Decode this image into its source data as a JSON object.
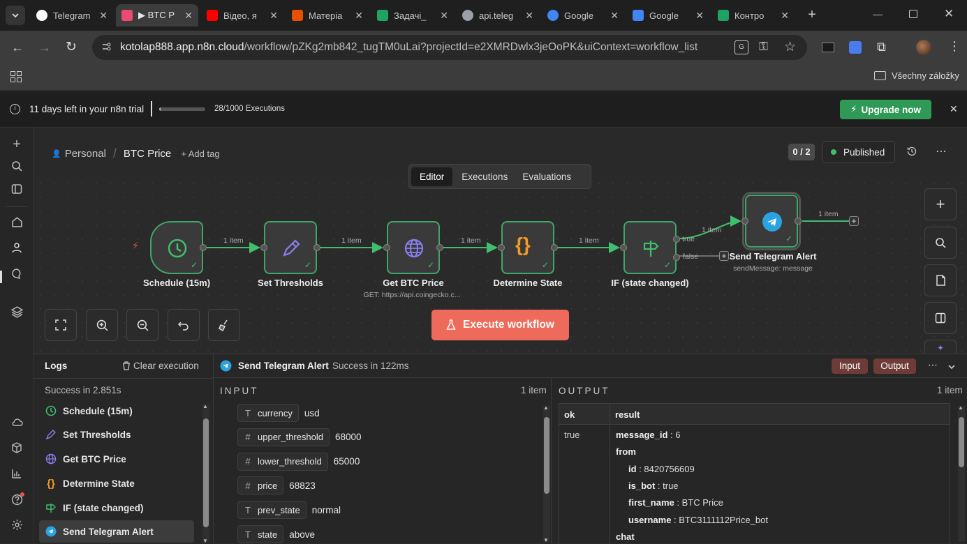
{
  "tabs": [
    {
      "title": "Telegram",
      "fav": "telegram-icon",
      "color": "#ffffff",
      "active": false
    },
    {
      "title": "▶ BTC P",
      "fav": "n8n-icon",
      "color": "#ea4b71",
      "active": true
    },
    {
      "title": "Відео, я",
      "fav": "youtube-icon",
      "color": "#ff0000",
      "active": false
    },
    {
      "title": "Матеріа",
      "fav": "dashboard-icon",
      "color": "#e65100",
      "active": false
    },
    {
      "title": "Задачі_",
      "fav": "google-drive-icon",
      "color": "#1ea362",
      "active": false
    },
    {
      "title": "api.teleg",
      "fav": "globe-icon",
      "color": "#9aa0a6",
      "active": false
    },
    {
      "title": "Google",
      "fav": "google-icon",
      "color": "#4285f4",
      "active": false
    },
    {
      "title": "Google",
      "fav": "google-docs-icon",
      "color": "#4285f4",
      "active": false
    },
    {
      "title": "Контро",
      "fav": "google-drive-icon",
      "color": "#1ea362",
      "active": false
    }
  ],
  "browser": {
    "url_host": "kotolap888.app.n8n.cloud",
    "url_path": "/workflow/pZKg2mb842_tugTM0uLai?projectId=e2XMRDwlx3jeOoPK&uiContext=workflow_list",
    "bookmarks_label": "Všechny záložky"
  },
  "trial": {
    "text": "11 days left in your n8n trial",
    "executions": "28/1000 Executions",
    "progress": 0.028,
    "upgrade": "Upgrade now"
  },
  "header": {
    "project": "Personal",
    "workflow": "BTC Price",
    "add_tag": "+ Add tag",
    "counter": "0 / 2",
    "status": "Published"
  },
  "tabs_view": {
    "editor": "Editor",
    "executions": "Executions",
    "evaluations": "Evaluations"
  },
  "nodes": [
    {
      "label": "Schedule (15m)",
      "sub": "",
      "icon": "clock-icon"
    },
    {
      "label": "Set Thresholds",
      "sub": "",
      "icon": "pencil-icon"
    },
    {
      "label": "Get BTC Price",
      "sub": "GET: https://api.coingecko.c...",
      "icon": "globe-icon"
    },
    {
      "label": "Determine State",
      "sub": "",
      "icon": "braces-icon"
    },
    {
      "label": "IF (state changed)",
      "sub": "",
      "icon": "signpost-icon"
    },
    {
      "label": "Send Telegram Alert",
      "sub": "sendMessage: message",
      "icon": "telegram-icon"
    }
  ],
  "edges": {
    "item": "1 item",
    "true": "true",
    "false": "false"
  },
  "execute": "Execute workflow",
  "logs": {
    "title": "Logs",
    "clear": "Clear execution",
    "summary": "Success in 2.851s",
    "items": [
      "Schedule (15m)",
      "Set Thresholds",
      "Get BTC Price",
      "Determine State",
      "IF (state changed)",
      "Send Telegram Alert"
    ]
  },
  "detail": {
    "node": "Send Telegram Alert",
    "status": "Success in 122ms",
    "input_btn": "Input",
    "output_btn": "Output"
  },
  "input": {
    "heading": "INPUT",
    "count": "1 item",
    "fields": [
      {
        "type": "T",
        "key": "currency",
        "value": "usd"
      },
      {
        "type": "#",
        "key": "upper_threshold",
        "value": "68000"
      },
      {
        "type": "#",
        "key": "lower_threshold",
        "value": "65000"
      },
      {
        "type": "#",
        "key": "price",
        "value": "68823"
      },
      {
        "type": "T",
        "key": "prev_state",
        "value": "normal"
      },
      {
        "type": "T",
        "key": "state",
        "value": "above"
      }
    ]
  },
  "output": {
    "heading": "OUTPUT",
    "count": "1 item",
    "col_ok": "ok",
    "col_result": "result",
    "ok_value": "true",
    "rows": [
      {
        "key": "message_id",
        "value": "6",
        "indent": 0
      },
      {
        "key": "from",
        "value": "",
        "indent": 0
      },
      {
        "key": "id",
        "value": "8420756609",
        "indent": 1
      },
      {
        "key": "is_bot",
        "value": "true",
        "indent": 1
      },
      {
        "key": "first_name",
        "value": "BTC Price",
        "indent": 1
      },
      {
        "key": "username",
        "value": "BTC3111112Price_bot",
        "indent": 1
      },
      {
        "key": "chat",
        "value": "",
        "indent": 0
      }
    ]
  }
}
